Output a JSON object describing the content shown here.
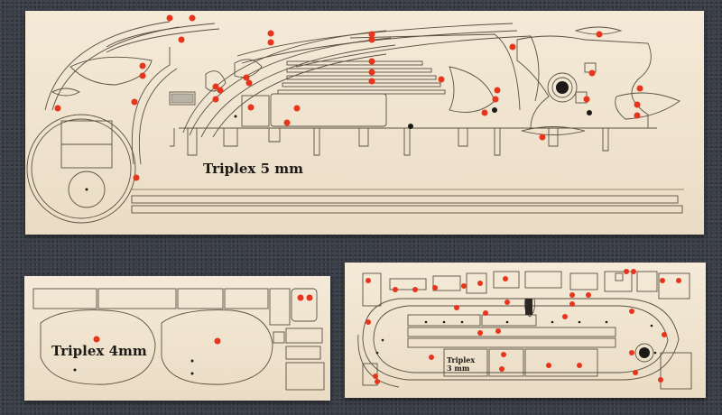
{
  "sheets": {
    "sheet_5mm": {
      "label": "Triplex 5 mm"
    },
    "sheet_4mm": {
      "label": "Triplex 4mm"
    },
    "sheet_3mm": {
      "label_line1": "Triplex",
      "label_line2": "3 mm"
    }
  },
  "colors": {
    "background": "#3b3f48",
    "wood": "#efe3ce",
    "cut_line": "#5a5042",
    "marker": "#e8341c"
  }
}
